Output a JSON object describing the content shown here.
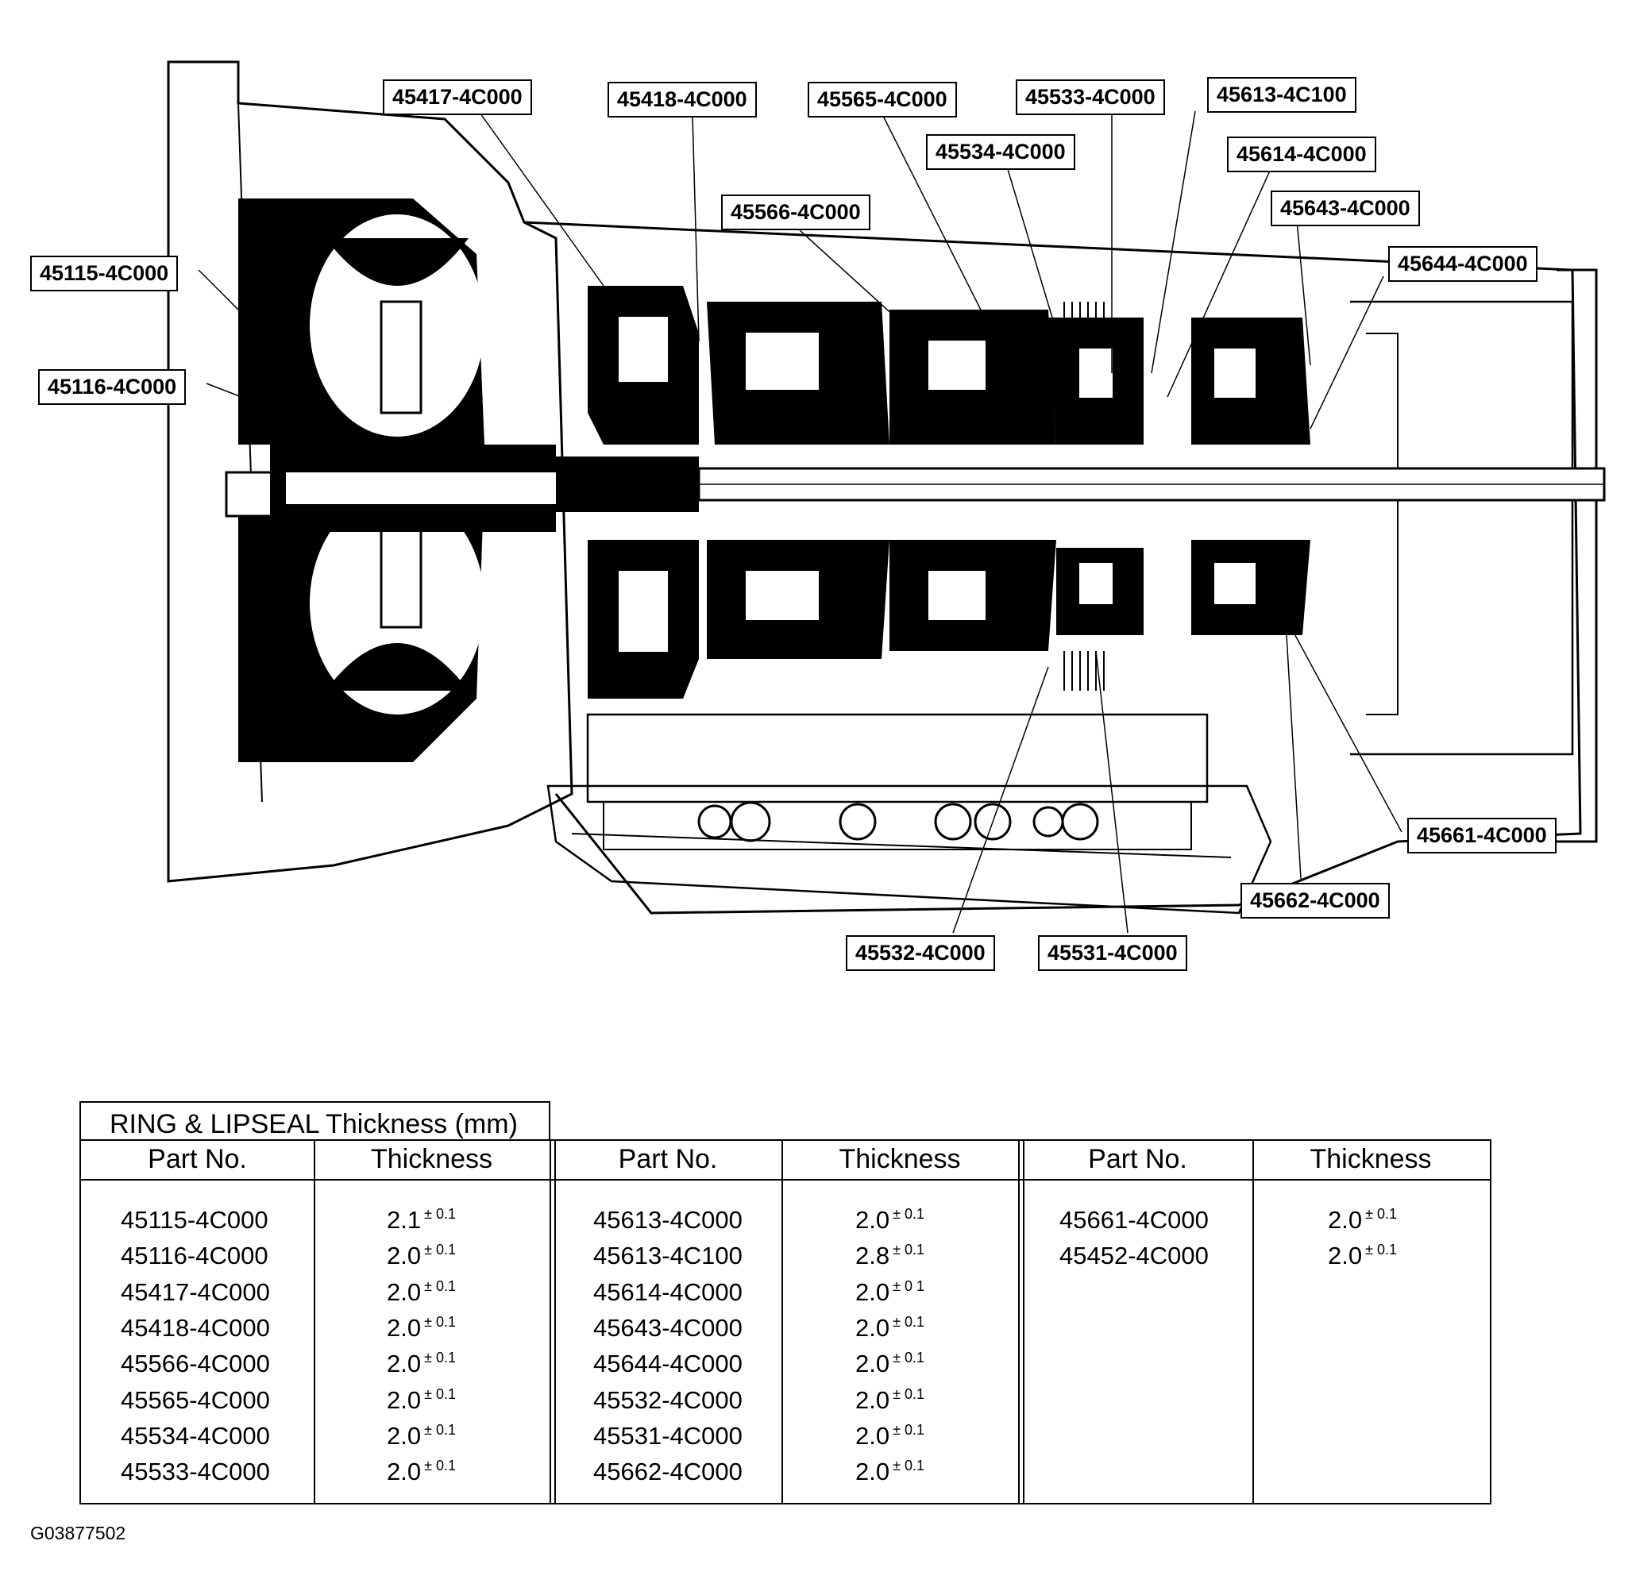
{
  "callouts": [
    "45417-4C000",
    "45418-4C000",
    "45565-4C000",
    "45533-4C000",
    "45613-4C100",
    "45534-4C000",
    "45614-4C000",
    "45566-4C000",
    "45643-4C000",
    "45644-4C000",
    "45115-4C000",
    "45116-4C000",
    "45661-4C000",
    "45662-4C000",
    "45532-4C000",
    "45531-4C000"
  ],
  "table": {
    "title": "RING & LIPSEAL Thickness (mm)",
    "col_part": "Part No.",
    "col_thickness": "Thickness",
    "groups": [
      [
        {
          "part": "45115-4C000",
          "value": "2.1",
          "tol": "± 0.1"
        },
        {
          "part": "45116-4C000",
          "value": "2.0",
          "tol": "± 0.1"
        },
        {
          "part": "45417-4C000",
          "value": "2.0",
          "tol": "± 0.1"
        },
        {
          "part": "45418-4C000",
          "value": "2.0",
          "tol": "± 0.1"
        },
        {
          "part": "45566-4C000",
          "value": "2.0",
          "tol": "± 0.1"
        },
        {
          "part": "45565-4C000",
          "value": "2.0",
          "tol": "± 0.1"
        },
        {
          "part": "45534-4C000",
          "value": "2.0",
          "tol": "± 0.1"
        },
        {
          "part": "45533-4C000",
          "value": "2.0",
          "tol": "± 0.1"
        }
      ],
      [
        {
          "part": "45613-4C000",
          "value": "2.0",
          "tol": "± 0.1"
        },
        {
          "part": "45613-4C100",
          "value": "2.8",
          "tol": "± 0.1"
        },
        {
          "part": "45614-4C000",
          "value": "2.0",
          "tol": "± 0 1"
        },
        {
          "part": "45643-4C000",
          "value": "2.0",
          "tol": "± 0.1"
        },
        {
          "part": "45644-4C000",
          "value": "2.0",
          "tol": "± 0.1"
        },
        {
          "part": "45532-4C000",
          "value": "2.0",
          "tol": "± 0.1"
        },
        {
          "part": "45531-4C000",
          "value": "2.0",
          "tol": "± 0.1"
        },
        {
          "part": "45662-4C000",
          "value": "2.0",
          "tol": "± 0.1"
        }
      ],
      [
        {
          "part": "45661-4C000",
          "value": "2.0",
          "tol": "± 0.1"
        },
        {
          "part": "45452-4C000",
          "value": "2.0",
          "tol": "± 0.1"
        }
      ]
    ]
  },
  "figure_code": "G03877502"
}
